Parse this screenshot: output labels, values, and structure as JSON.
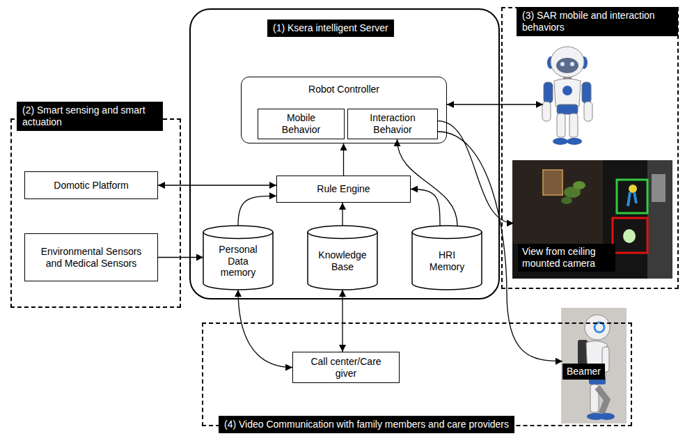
{
  "diagram": {
    "nodes": [
      {
        "text": [
          "(1) Ksera intelligent Server"
        ]
      },
      {
        "text": [
          "Robot Controller"
        ],
        "in": 0
      },
      {
        "text": [
          "Mobile Behavior"
        ],
        "in": 1
      },
      {
        "text": [
          "Interaction Behavior"
        ],
        "in": 1
      },
      {
        "text": [
          "Rule Engine"
        ],
        "in": 0
      },
      {
        "text": [
          "Personal Data memory"
        ],
        "in": 0
      },
      {
        "text": [
          "Knowledge Base"
        ],
        "in": 0
      },
      {
        "text": [
          "HRI Memory"
        ],
        "in": 0
      },
      {
        "text": [
          "(2) Smart sensing and smart actuation"
        ]
      },
      {
        "text": [
          "Domotic Platform"
        ],
        "in": 8
      },
      {
        "text": [
          "Environmental Sensors and Medical Sensors"
        ],
        "in": 8
      },
      {
        "text": [
          "(3) SAR mobile and interaction behaviors"
        ]
      },
      {
        "text": [
          "View from ceiling mounted camera"
        ],
        "in": 11
      },
      {
        "text": [
          "(4) Video Communication with family members and care providers"
        ]
      },
      {
        "text": [
          "Call center/Care giver"
        ],
        "in": 13
      },
      {
        "text": [
          "Beamer"
        ],
        "in": 13
      }
    ],
    "edges": [
      {
        "from": 9,
        "to": 4,
        "arrow": "both"
      },
      {
        "from": 10,
        "to": 5,
        "arrow": "to"
      },
      {
        "from": 5,
        "to": 4,
        "arrow": "to"
      },
      {
        "from": 6,
        "to": 4,
        "arrow": "to"
      },
      {
        "from": 7,
        "to": 4,
        "arrow": "to"
      },
      {
        "from": 7,
        "to": 3,
        "arrow": "to"
      },
      {
        "from": 4,
        "to": 1,
        "arrow": "to"
      },
      {
        "from": 3,
        "to": 12,
        "arrow": "to"
      },
      {
        "from": 3,
        "to": 15,
        "arrow": "to"
      },
      {
        "from": 5,
        "to": 14,
        "arrow": "both"
      },
      {
        "from": 6,
        "to": 14,
        "arrow": "both"
      }
    ]
  }
}
